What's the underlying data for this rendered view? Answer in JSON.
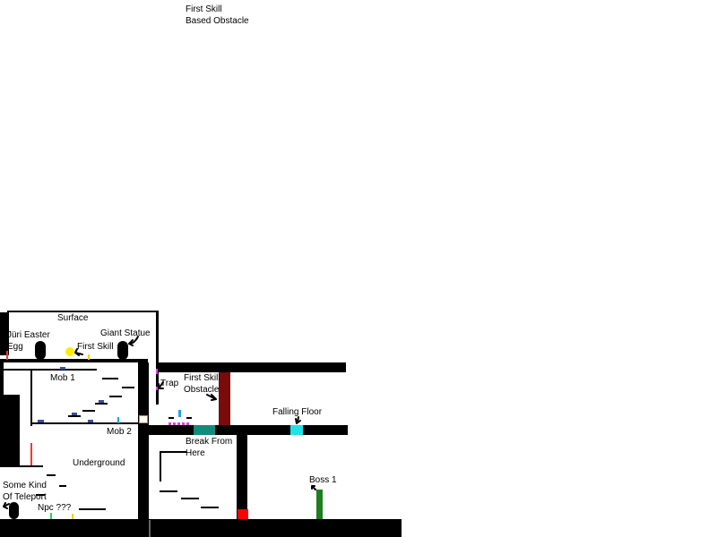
{
  "labels": {
    "first_skill_based_obstacle_top": "First Skill\nBased Obstacle",
    "surface": "Surface",
    "juri_easter_egg": "Jüri Easter\nEgg",
    "giant_statue": "Giant Statue",
    "first_skill": "First Skill",
    "mob1": "Mob 1",
    "trap": "Trap",
    "first_skill_obstacle": "First Skill\nObstacle",
    "falling_floor": "Falling Floor",
    "mob2": "Mob 2",
    "break_from_here": "Break From\nHere",
    "underground": "Underground",
    "boss1": "Boss 1",
    "teleport": "Some Kind\nOf Teleport",
    "npc": "Npc ???"
  },
  "colors": {
    "wall": "#000000",
    "obstacle": "#7b0a0a",
    "falling_floor": "#22e0e8",
    "break_floor": "#138a7c",
    "boss": "#1e7d1e",
    "red_block": "#ff0000",
    "skill_orb": "#ffee00",
    "trap": "#e040e0",
    "mob": "#3a4f9a"
  }
}
